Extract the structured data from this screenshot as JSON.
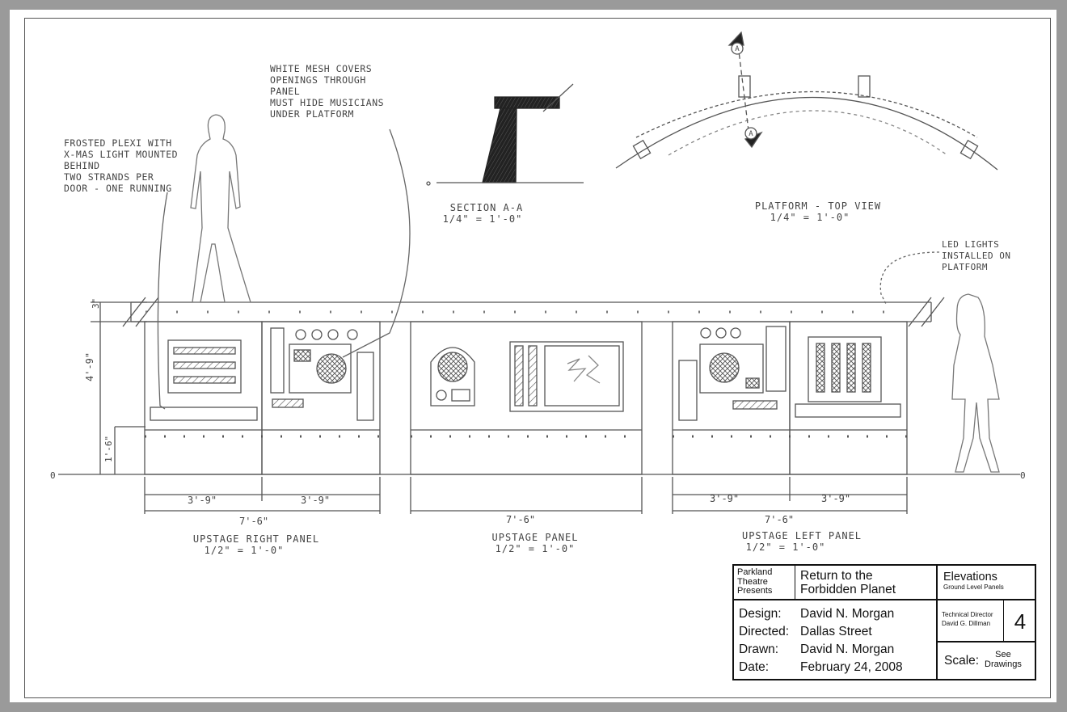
{
  "notes": {
    "frosted": "FROSTED PLEXI WITH\nX-MAS LIGHT MOUNTED\nBEHIND\nTWO STRANDS PER\nDOOR - ONE RUNNING",
    "mesh": "WHITE MESH COVERS\nOPENINGS THROUGH\nPANEL\nMUST HIDE MUSICIANS\nUNDER PLATFORM",
    "led": "LED LIGHTS\nINSTALLED ON\nPLATFORM"
  },
  "views": {
    "section_title": "SECTION A-A",
    "section_scale": "1/4\" = 1'-0\"",
    "platform_title": "PLATFORM - TOP VIEW",
    "platform_scale": "1/4\" = 1'-0\"",
    "section_marker": "A"
  },
  "panels": {
    "right_title": "UPSTAGE RIGHT PANEL",
    "right_scale": "1/2\" = 1'-0\"",
    "center_title": "UPSTAGE PANEL",
    "center_scale": "1/2\" = 1'-0\"",
    "left_title": "UPSTAGE LEFT PANEL",
    "left_scale": "1/2\" = 1'-0\""
  },
  "dimensions": {
    "half_width": "3'-9\"",
    "full_width": "7'-6\"",
    "height_total": "4'-9\"",
    "height_lower": "1'-6\"",
    "height_top": "3\"",
    "zero": "0"
  },
  "title_block": {
    "presenter": "Parkland\nTheatre\nPresents",
    "show": "Return to the\nForbidden Planet",
    "sheet_title": "Elevations",
    "sheet_subtitle": "Ground Level Panels",
    "design_label": "Design:",
    "design_value": "David N. Morgan",
    "directed_label": "Directed:",
    "directed_value": "Dallas Street",
    "drawn_label": "Drawn:",
    "drawn_value": "David N. Morgan",
    "date_label": "Date:",
    "date_value": "February 24, 2008",
    "td_label": "Technical Director",
    "td_name": "David G. Dillman",
    "sheet_number": "4",
    "scale_label": "Scale:",
    "scale_value": "See\nDrawings"
  }
}
